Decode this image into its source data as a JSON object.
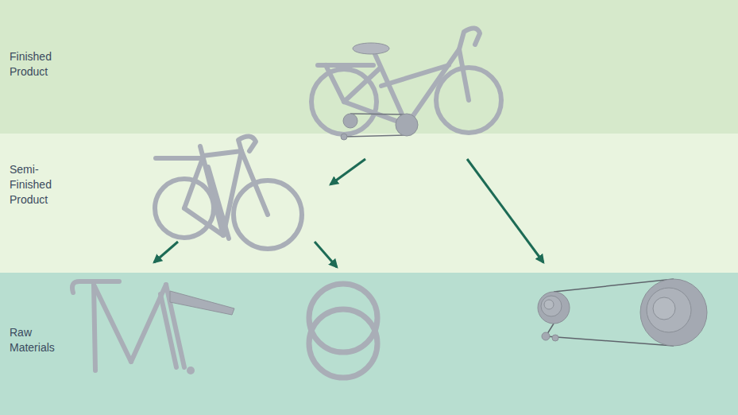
{
  "diagram": {
    "nodes": [
      {
        "text": [
          "Finished Product"
        ]
      },
      {
        "text": [
          "Semi- Finished Product"
        ]
      },
      {
        "text": [
          "Raw Materials"
        ]
      }
    ]
  }
}
